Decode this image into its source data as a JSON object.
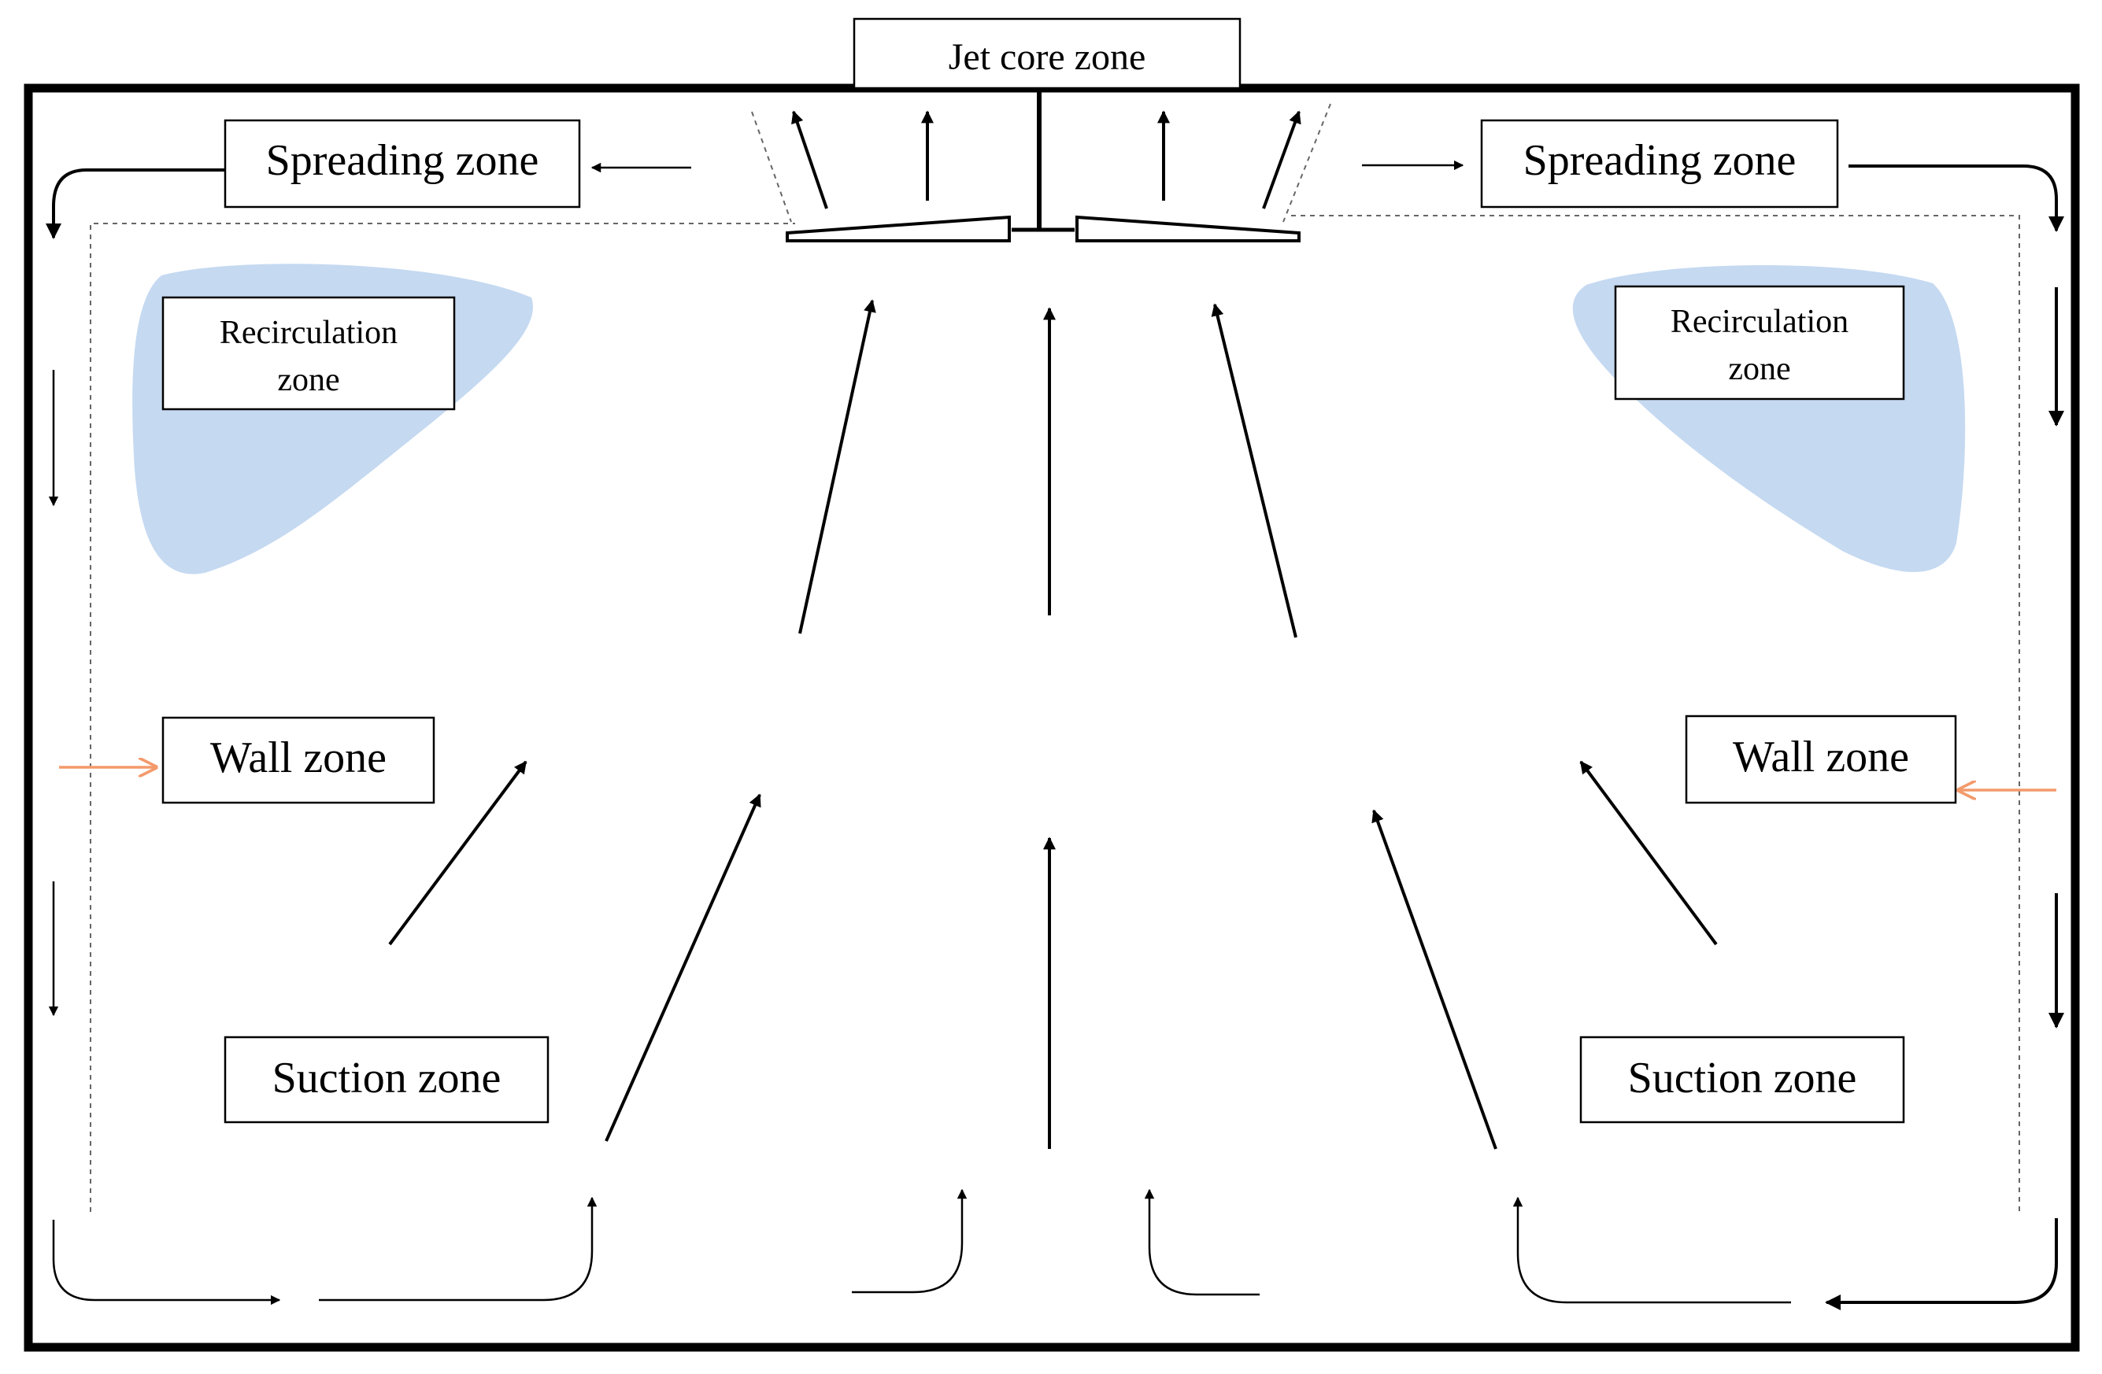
{
  "labels": {
    "jet_core": "Jet core zone",
    "spreading_left": "Spreading zone",
    "spreading_right": "Spreading zone",
    "recirc_left_1": "Recirculation",
    "recirc_left_2": "zone",
    "recirc_right_1": "Recirculation",
    "recirc_right_2": "zone",
    "wall_left": "Wall zone",
    "wall_right": "Wall zone",
    "suction_left": "Suction zone",
    "suction_right": "Suction zone"
  },
  "colors": {
    "recirculation_fill": "#c5d9f1",
    "wall_arrow": "#f39a6b"
  }
}
